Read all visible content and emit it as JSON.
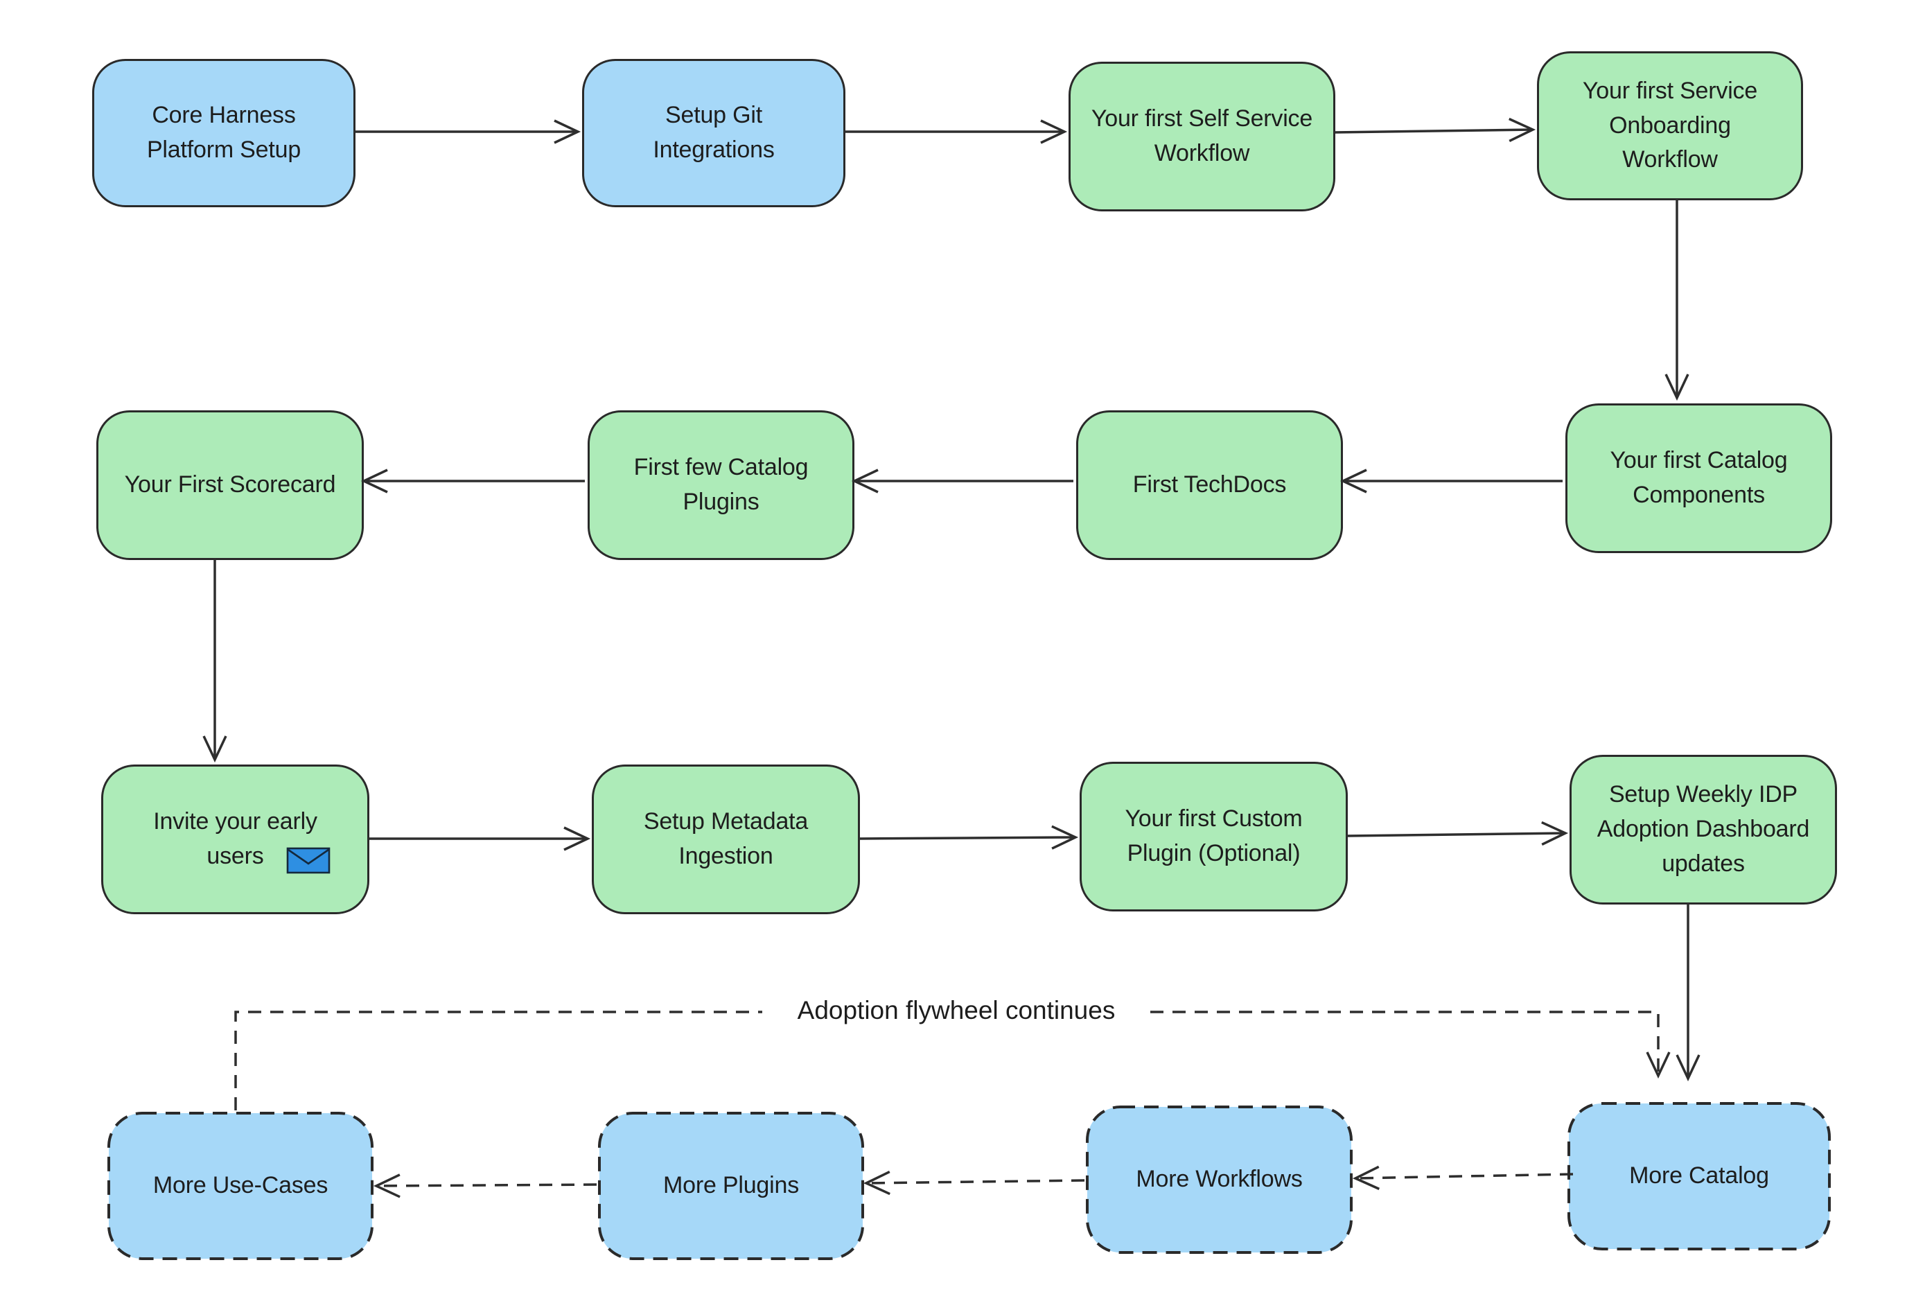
{
  "diagram": {
    "flywheel_label": "Adoption flywheel continues",
    "colors": {
      "blue_fill": "#a6d8f8",
      "green_fill": "#adebb8",
      "border": "#2a2a2a",
      "arrow": "#2e2e2e",
      "text": "#1d1d1d",
      "envelope_blue": "#2e8fe2",
      "background": "#ffffff"
    },
    "nodes": [
      {
        "id": "core-harness-platform-setup",
        "label": "Core Harness\nPlatform Setup",
        "fill": "blue",
        "border": "solid"
      },
      {
        "id": "setup-git-integrations",
        "label": "Setup Git\nIntegrations",
        "fill": "blue",
        "border": "solid"
      },
      {
        "id": "first-self-service-workflow",
        "label": "Your first Self Service\nWorkflow",
        "fill": "green",
        "border": "solid"
      },
      {
        "id": "first-service-onboarding-workflow",
        "label": "Your first Service\nOnboarding\nWorkflow",
        "fill": "green",
        "border": "solid"
      },
      {
        "id": "your-first-scorecard",
        "label": "Your First Scorecard",
        "fill": "green",
        "border": "solid"
      },
      {
        "id": "first-few-catalog-plugins",
        "label": "First few Catalog\nPlugins",
        "fill": "green",
        "border": "solid"
      },
      {
        "id": "first-techdocs",
        "label": "First TechDocs",
        "fill": "green",
        "border": "solid"
      },
      {
        "id": "first-catalog-components",
        "label": "Your first Catalog\nComponents",
        "fill": "green",
        "border": "solid"
      },
      {
        "id": "invite-early-users",
        "label": "Invite your early\nusers",
        "fill": "green",
        "border": "solid",
        "icon": "envelope-icon"
      },
      {
        "id": "setup-metadata-ingestion",
        "label": "Setup Metadata\nIngestion",
        "fill": "green",
        "border": "solid"
      },
      {
        "id": "first-custom-plugin",
        "label": "Your first Custom\nPlugin (Optional)",
        "fill": "green",
        "border": "solid"
      },
      {
        "id": "weekly-idp-adoption-dashboard",
        "label": "Setup Weekly IDP\nAdoption Dashboard\nupdates",
        "fill": "green",
        "border": "solid"
      },
      {
        "id": "more-use-cases",
        "label": "More Use-Cases",
        "fill": "blue",
        "border": "dashed"
      },
      {
        "id": "more-plugins",
        "label": "More Plugins",
        "fill": "blue",
        "border": "dashed"
      },
      {
        "id": "more-workflows",
        "label": "More Workflows",
        "fill": "blue",
        "border": "dashed"
      },
      {
        "id": "more-catalog",
        "label": "More Catalog",
        "fill": "blue",
        "border": "dashed"
      }
    ],
    "connections": [
      {
        "from": "core-harness-platform-setup",
        "to": "setup-git-integrations",
        "style": "solid-arrow"
      },
      {
        "from": "setup-git-integrations",
        "to": "first-self-service-workflow",
        "style": "solid-arrow"
      },
      {
        "from": "first-self-service-workflow",
        "to": "first-service-onboarding-workflow",
        "style": "solid-arrow"
      },
      {
        "from": "first-service-onboarding-workflow",
        "to": "first-catalog-components",
        "style": "solid-arrow"
      },
      {
        "from": "first-catalog-components",
        "to": "first-techdocs",
        "style": "solid-arrow"
      },
      {
        "from": "first-techdocs",
        "to": "first-few-catalog-plugins",
        "style": "solid-arrow"
      },
      {
        "from": "first-few-catalog-plugins",
        "to": "your-first-scorecard",
        "style": "solid-arrow"
      },
      {
        "from": "your-first-scorecard",
        "to": "invite-early-users",
        "style": "solid-arrow"
      },
      {
        "from": "invite-early-users",
        "to": "setup-metadata-ingestion",
        "style": "solid-arrow"
      },
      {
        "from": "setup-metadata-ingestion",
        "to": "first-custom-plugin",
        "style": "solid-arrow"
      },
      {
        "from": "first-custom-plugin",
        "to": "weekly-idp-adoption-dashboard",
        "style": "solid-arrow"
      },
      {
        "from": "weekly-idp-adoption-dashboard",
        "to": "more-catalog",
        "style": "solid-arrow"
      },
      {
        "from": "more-catalog",
        "to": "more-workflows",
        "style": "dashed-arrow"
      },
      {
        "from": "more-workflows",
        "to": "more-plugins",
        "style": "dashed-arrow"
      },
      {
        "from": "more-plugins",
        "to": "more-use-cases",
        "style": "dashed-arrow"
      },
      {
        "from": "more-use-cases",
        "to": "more-catalog",
        "style": "dashed-arrow",
        "label": "Adoption flywheel continues"
      }
    ]
  }
}
